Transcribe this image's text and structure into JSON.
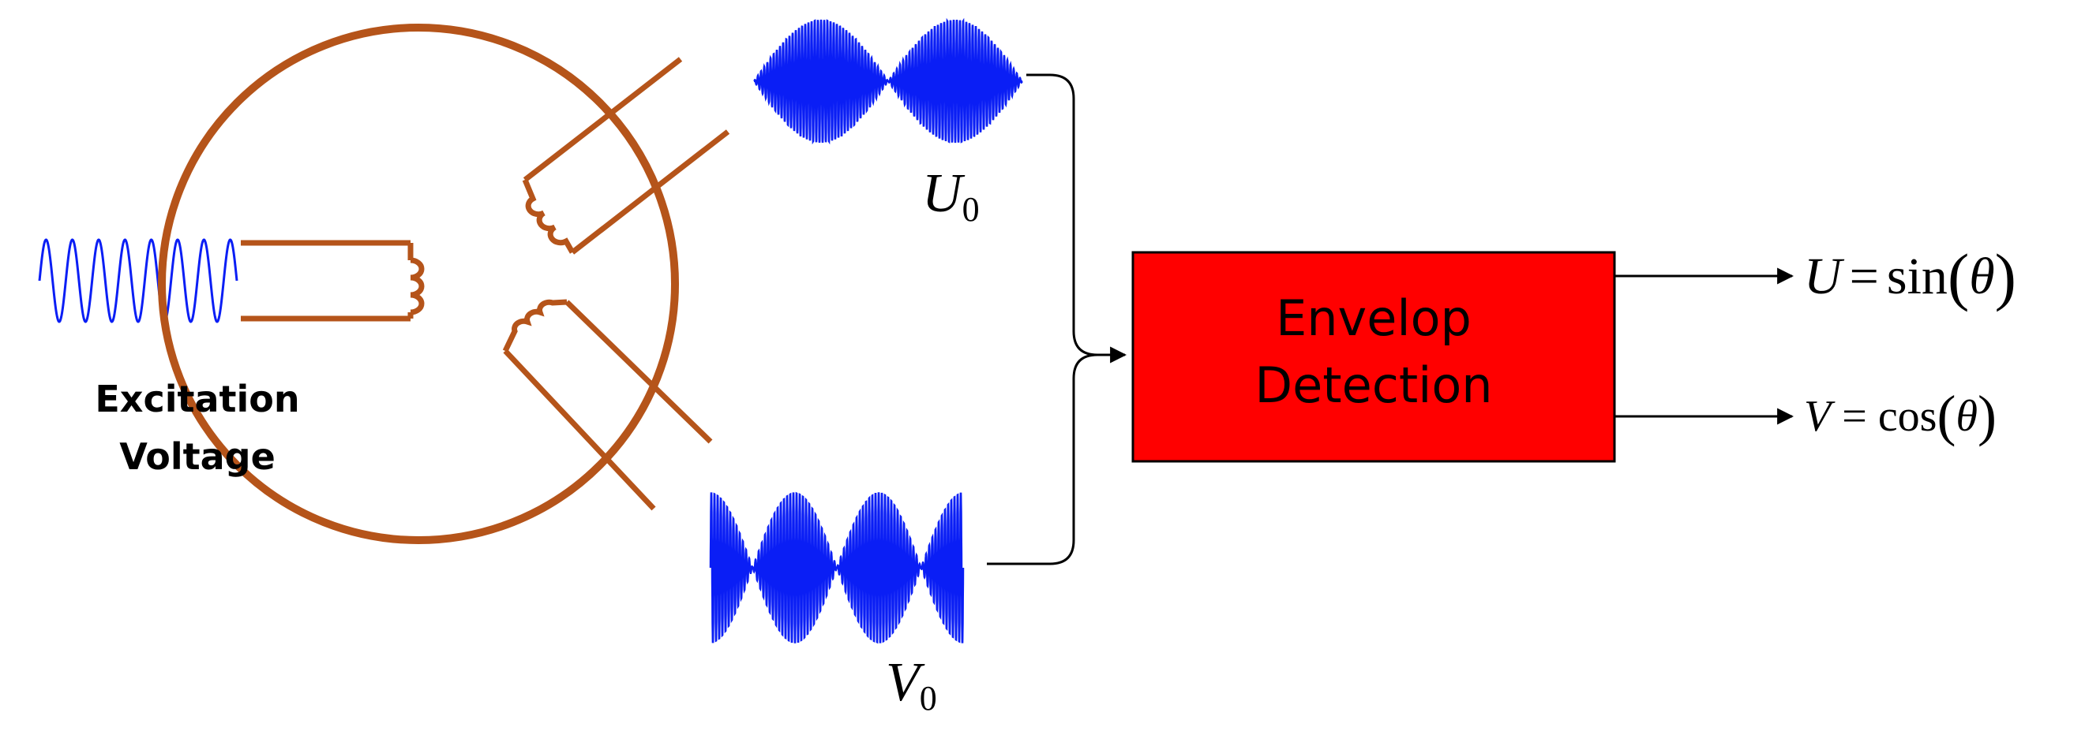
{
  "labels": {
    "excitation_line1": "Excitation",
    "excitation_line2": "Voltage",
    "u0_symbol": "U",
    "u0_subscript": "0",
    "v0_symbol": "V",
    "v0_subscript": "0",
    "box_line1": "Envelop",
    "box_line2": "Detection",
    "out_u": {
      "var": "U",
      "eq": "=",
      "fn": "sin",
      "lp": "(",
      "theta": "θ",
      "rp": ")"
    },
    "out_v": {
      "var": "V",
      "eq": "=",
      "fn": "cos",
      "lp": "(",
      "theta": "θ",
      "rp": ")"
    }
  },
  "colors": {
    "coil": "#b5541a",
    "signal": "#0a1ef5",
    "box_fill": "#ff0000",
    "line": "#000000"
  }
}
